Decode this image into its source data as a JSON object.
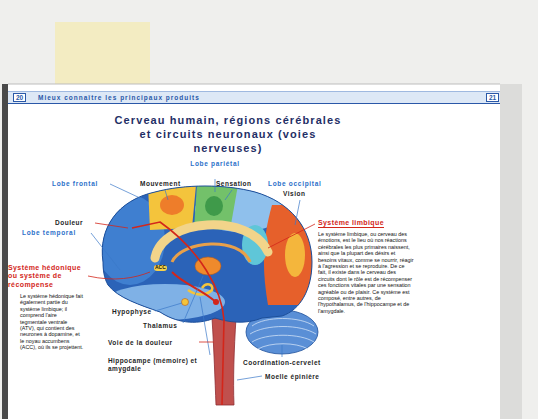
{
  "diagram": {
    "title": "Cerveau humain, régions cérébrales et circuits neuronaux (voies nerveuses)",
    "nodes": [
      {
        "text": [
          "Mieux connaître les principaux produits"
        ]
      }
    ],
    "labels": [
      "20",
      "21",
      "Lobe pariétal",
      "Mouvement",
      "Sensation",
      "Lobe frontal",
      "Lobe occipital",
      "Vision",
      "Douleur",
      "Lobe temporal",
      "Système hédonique ou système de récompense",
      "Le système hédonique fait également partie du système limbique; il comprend l'aire tegmentale ventrale (ATV), qui contient des neurones à dopamine, et le noyau accumbens (ACC), où ils se projettent.",
      "ACC",
      "Hypophyse",
      "Thalamus",
      "Voie de la douleur",
      "Hippocampe (mémoire) et amygdale",
      "Coordination-cervelet",
      "Moelle épinière",
      "Système limbique",
      "Le système limbique, ou cerveau des émotions, est le lieu où nos réactions cérébrales les plus primaires naissent, ainsi que la plupart des désirs et besoins vitaux, comme se nourrir, réagir à l'agression et se reproduire. De ce fait, il existe dans le cerveau des circuits dont le rôle est de récompenser ces fonctions vitales par une sensation agréable ou de plaisir. Ce système est composé, entre autres, de l'hypothalamus, de l'hippocampe et de l'amygdale."
    ]
  }
}
